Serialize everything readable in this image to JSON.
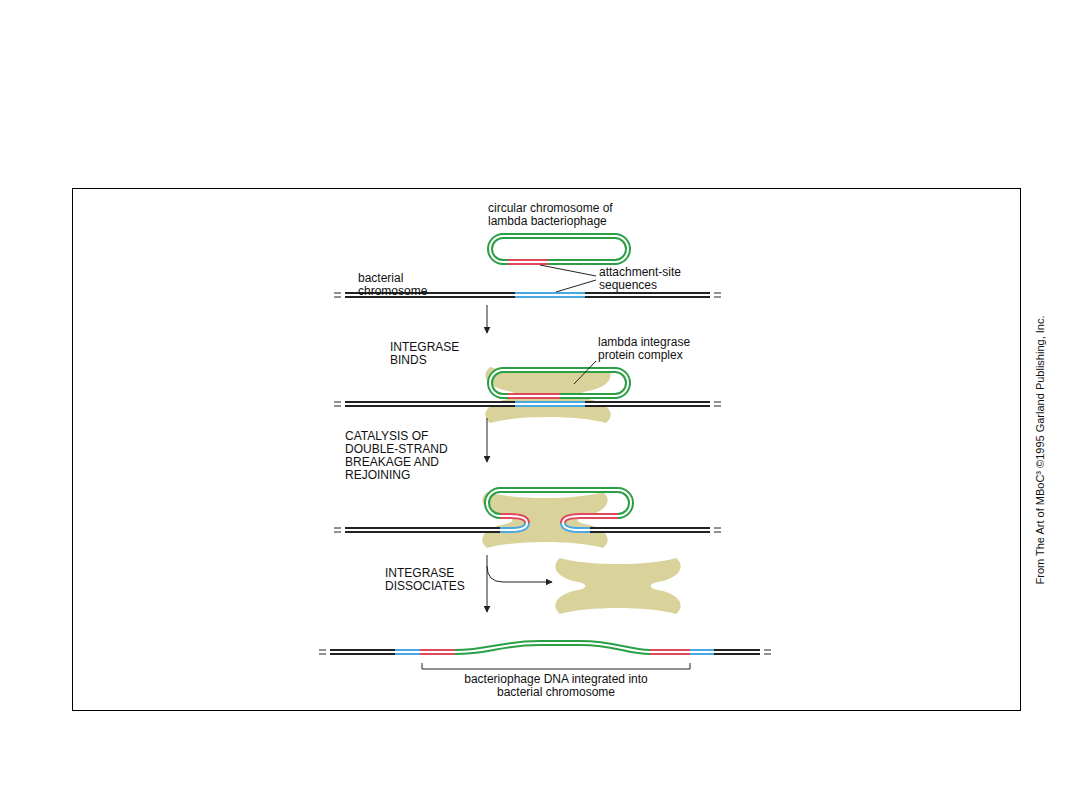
{
  "diagram": {
    "labels": [
      "circular chromosome of lambda bacteriophage",
      "bacterial chromosome",
      "attachment-site sequences",
      "INTEGRASE BINDS",
      "lambda integrase protein complex",
      "CATALYSIS OF DOUBLE-STRAND BREAKAGE AND REJOINING",
      "INTEGRASE DISSOCIATES",
      "bacteriophage DNA integrated into bacterial chromosome",
      "From The Art of MBoC³ ©1995 Garland Publishing, Inc."
    ]
  }
}
